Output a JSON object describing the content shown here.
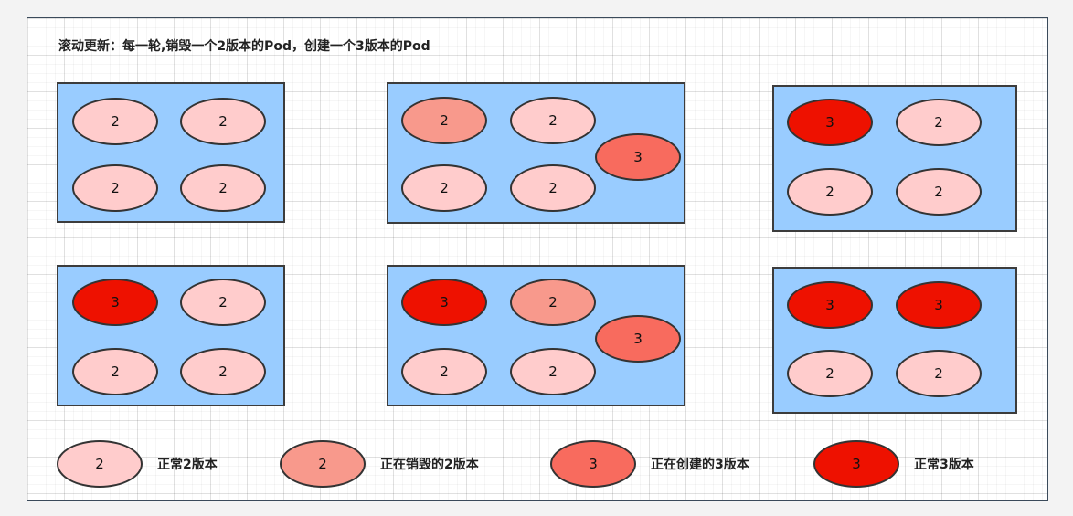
{
  "title": "滚动更新：每一轮,销毁一个2版本的Pod，创建一个3版本的Pod",
  "colors": {
    "normal_v2": "#ffcccc",
    "destroying_v2": "#f8998c",
    "creating_v3": "#f86b5e",
    "normal_v3": "#ee1100",
    "node_fill": "#99ccff"
  },
  "nodes": [
    {
      "pods": [
        {
          "label": "2",
          "state": "normal_v2"
        },
        {
          "label": "2",
          "state": "normal_v2"
        },
        {
          "label": "2",
          "state": "normal_v2"
        },
        {
          "label": "2",
          "state": "normal_v2"
        }
      ]
    },
    {
      "pods": [
        {
          "label": "2",
          "state": "destroying_v2"
        },
        {
          "label": "2",
          "state": "normal_v2"
        },
        {
          "label": "3",
          "state": "creating_v3"
        },
        {
          "label": "2",
          "state": "normal_v2"
        },
        {
          "label": "2",
          "state": "normal_v2"
        }
      ]
    },
    {
      "pods": [
        {
          "label": "3",
          "state": "normal_v3"
        },
        {
          "label": "2",
          "state": "normal_v2"
        },
        {
          "label": "2",
          "state": "normal_v2"
        },
        {
          "label": "2",
          "state": "normal_v2"
        }
      ]
    },
    {
      "pods": [
        {
          "label": "3",
          "state": "normal_v3"
        },
        {
          "label": "2",
          "state": "normal_v2"
        },
        {
          "label": "2",
          "state": "normal_v2"
        },
        {
          "label": "2",
          "state": "normal_v2"
        }
      ]
    },
    {
      "pods": [
        {
          "label": "3",
          "state": "normal_v3"
        },
        {
          "label": "2",
          "state": "destroying_v2"
        },
        {
          "label": "3",
          "state": "creating_v3"
        },
        {
          "label": "2",
          "state": "normal_v2"
        },
        {
          "label": "2",
          "state": "normal_v2"
        }
      ]
    },
    {
      "pods": [
        {
          "label": "3",
          "state": "normal_v3"
        },
        {
          "label": "3",
          "state": "normal_v3"
        },
        {
          "label": "2",
          "state": "normal_v2"
        },
        {
          "label": "2",
          "state": "normal_v2"
        }
      ]
    }
  ],
  "legend": [
    {
      "pod_label": "2",
      "state": "normal_v2",
      "text": "正常2版本"
    },
    {
      "pod_label": "2",
      "state": "destroying_v2",
      "text": "正在销毁的2版本"
    },
    {
      "pod_label": "3",
      "state": "creating_v3",
      "text": "正在创建的3版本"
    },
    {
      "pod_label": "3",
      "state": "normal_v3",
      "text": "正常3版本"
    }
  ]
}
